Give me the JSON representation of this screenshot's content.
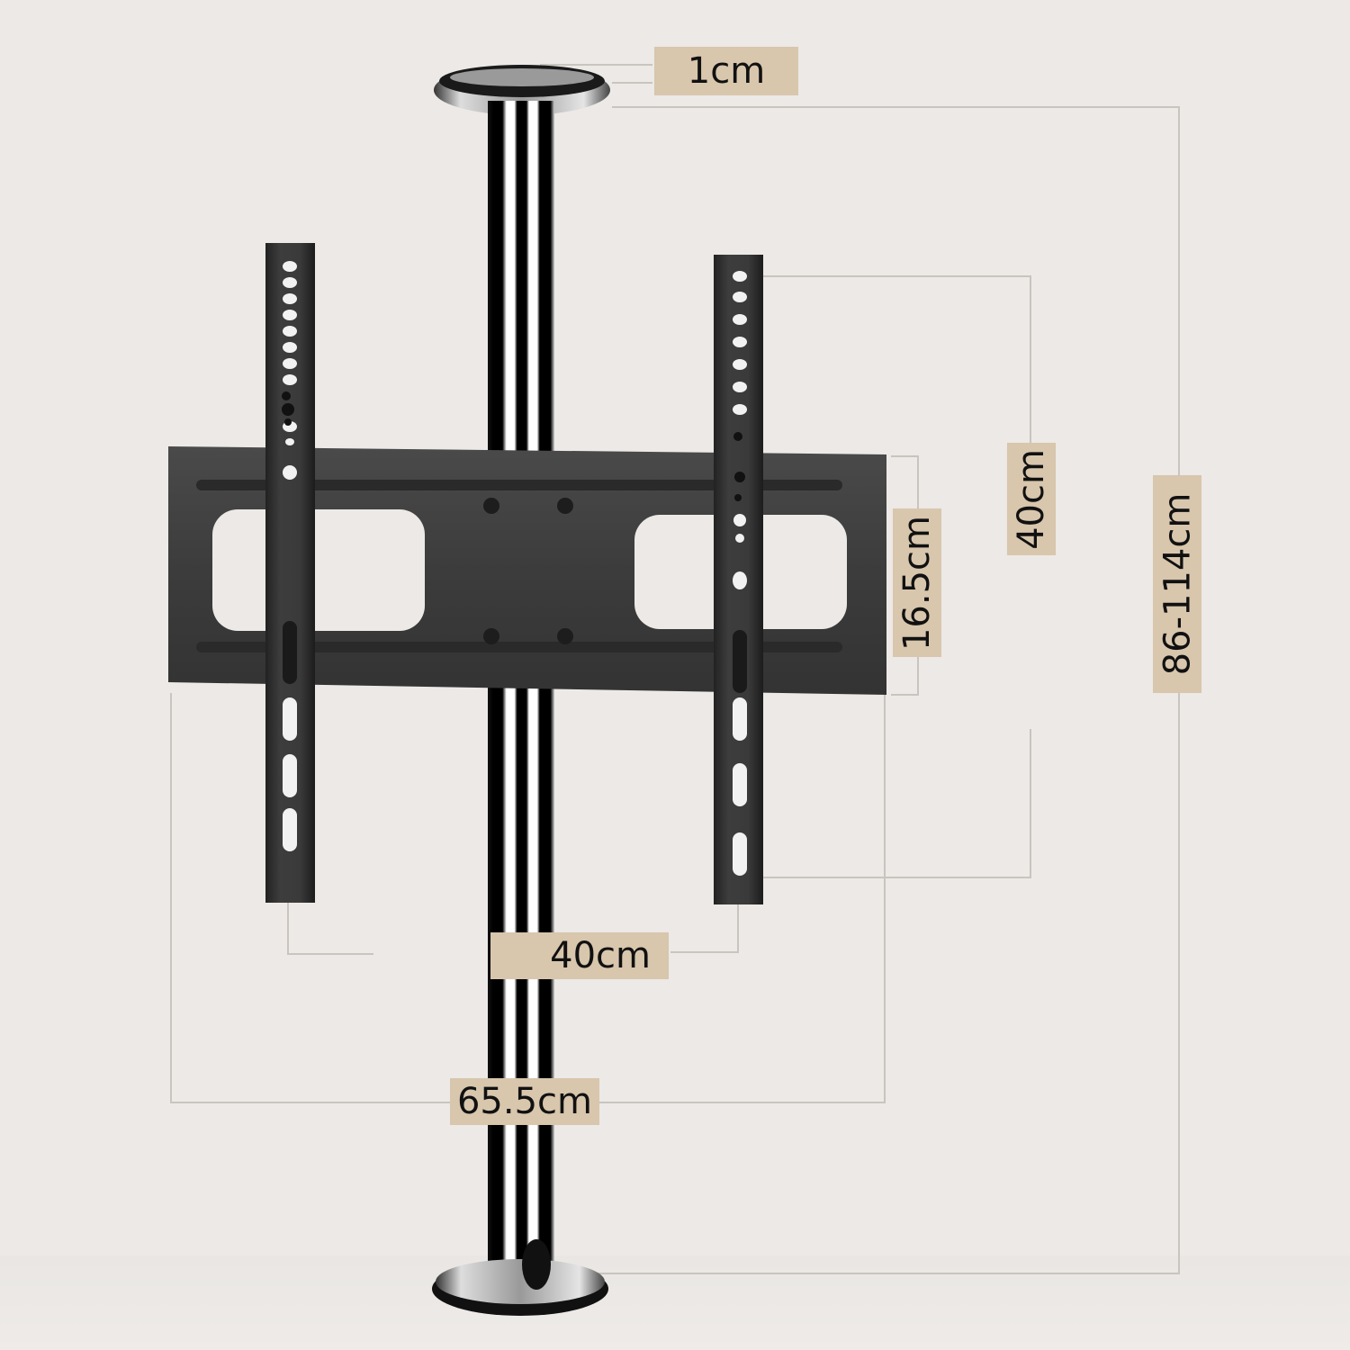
{
  "diagram": {
    "subject": "Floor-to-ceiling pole TV mount with VESA bracket",
    "colors": {
      "background": "#ece9e6",
      "label_bg": "#d8c6ad",
      "label_text": "#111111",
      "bracket": "#3a3a3a",
      "dimension_line": "#c9c4be"
    },
    "dimensions": {
      "base_plate_thickness": {
        "label": "1cm",
        "orientation": "horizontal"
      },
      "vesa_vertical": {
        "label": "40cm",
        "orientation": "vertical"
      },
      "total_height": {
        "label": "86-114cm",
        "orientation": "vertical"
      },
      "plate_height": {
        "label": "16.5cm",
        "orientation": "vertical"
      },
      "vesa_horizontal": {
        "label": "40cm",
        "orientation": "horizontal"
      },
      "plate_width": {
        "label": "65.5cm",
        "orientation": "horizontal"
      }
    },
    "components": [
      "top-base-plate",
      "chrome-pole",
      "horizontal-mounting-plate",
      "left-vertical-bracket-arm",
      "right-vertical-bracket-arm",
      "bottom-base-plate"
    ]
  }
}
